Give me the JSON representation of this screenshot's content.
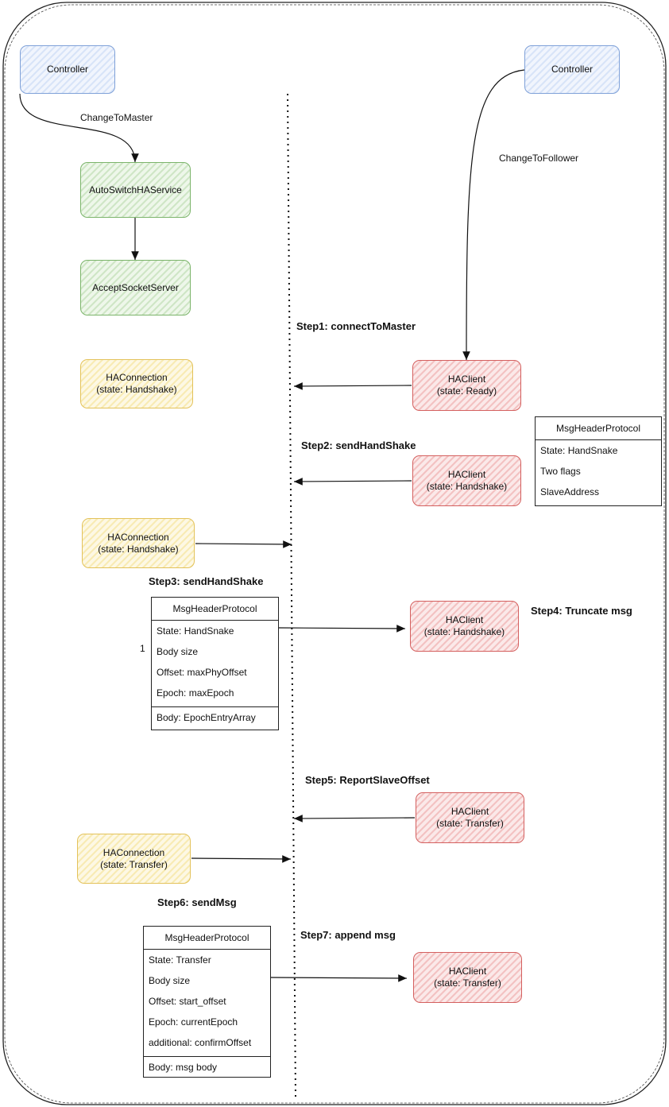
{
  "controllers": {
    "left": "Controller",
    "right": "Controller"
  },
  "edge_labels": {
    "change_to_master": "ChangeToMaster",
    "change_to_follower": "ChangeToFollower"
  },
  "services": {
    "auto_switch": "AutoSwitchHAService",
    "accept_socket": "AcceptSocketServer"
  },
  "steps": {
    "step1": "Step1: connectToMaster",
    "step2": "Step2: sendHandShake",
    "step3": "Step3: sendHandShake",
    "step4": "Step4: Truncate msg",
    "step5": "Step5: ReportSlaveOffset",
    "step6": "Step6: sendMsg",
    "step7": "Step7: append msg"
  },
  "ha_connections": [
    {
      "label": "HAConnection\n(state: Handshake)"
    },
    {
      "label": "HAConnection\n(state: Handshake)"
    },
    {
      "label": "HAConnection\n(state: Transfer)"
    }
  ],
  "ha_clients": [
    {
      "label": "HAClient\n(state: Ready)"
    },
    {
      "label": "HAClient\n(state: Handshake)"
    },
    {
      "label": "HAClient\n(state: Handshake)"
    },
    {
      "label": "HAClient\n(state: Transfer)"
    },
    {
      "label": "HAClient\n(state: Transfer)"
    }
  ],
  "protocol_tables": [
    {
      "title": "MsgHeaderProtocol",
      "rows": [
        "State: HandSnake",
        "Two flags",
        "SlaveAddress"
      ],
      "body": []
    },
    {
      "title": "MsgHeaderProtocol",
      "rows": [
        "State: HandSnake",
        "Body size",
        "Offset: maxPhyOffset",
        "Epoch: maxEpoch"
      ],
      "body": [
        "Body: EpochEntryArray"
      ]
    },
    {
      "title": "MsgHeaderProtocol",
      "rows": [
        "State: Transfer",
        "Body size",
        "Offset: start_offset",
        "Epoch: currentEpoch",
        "additional: confirmOffset"
      ],
      "body": [
        "Body: msg body"
      ]
    }
  ],
  "stray_label": "1",
  "colors": {
    "controller": "#7fa1d8",
    "service": "#7bb46a",
    "connection": "#e3c25a",
    "client": "#d4605f"
  }
}
